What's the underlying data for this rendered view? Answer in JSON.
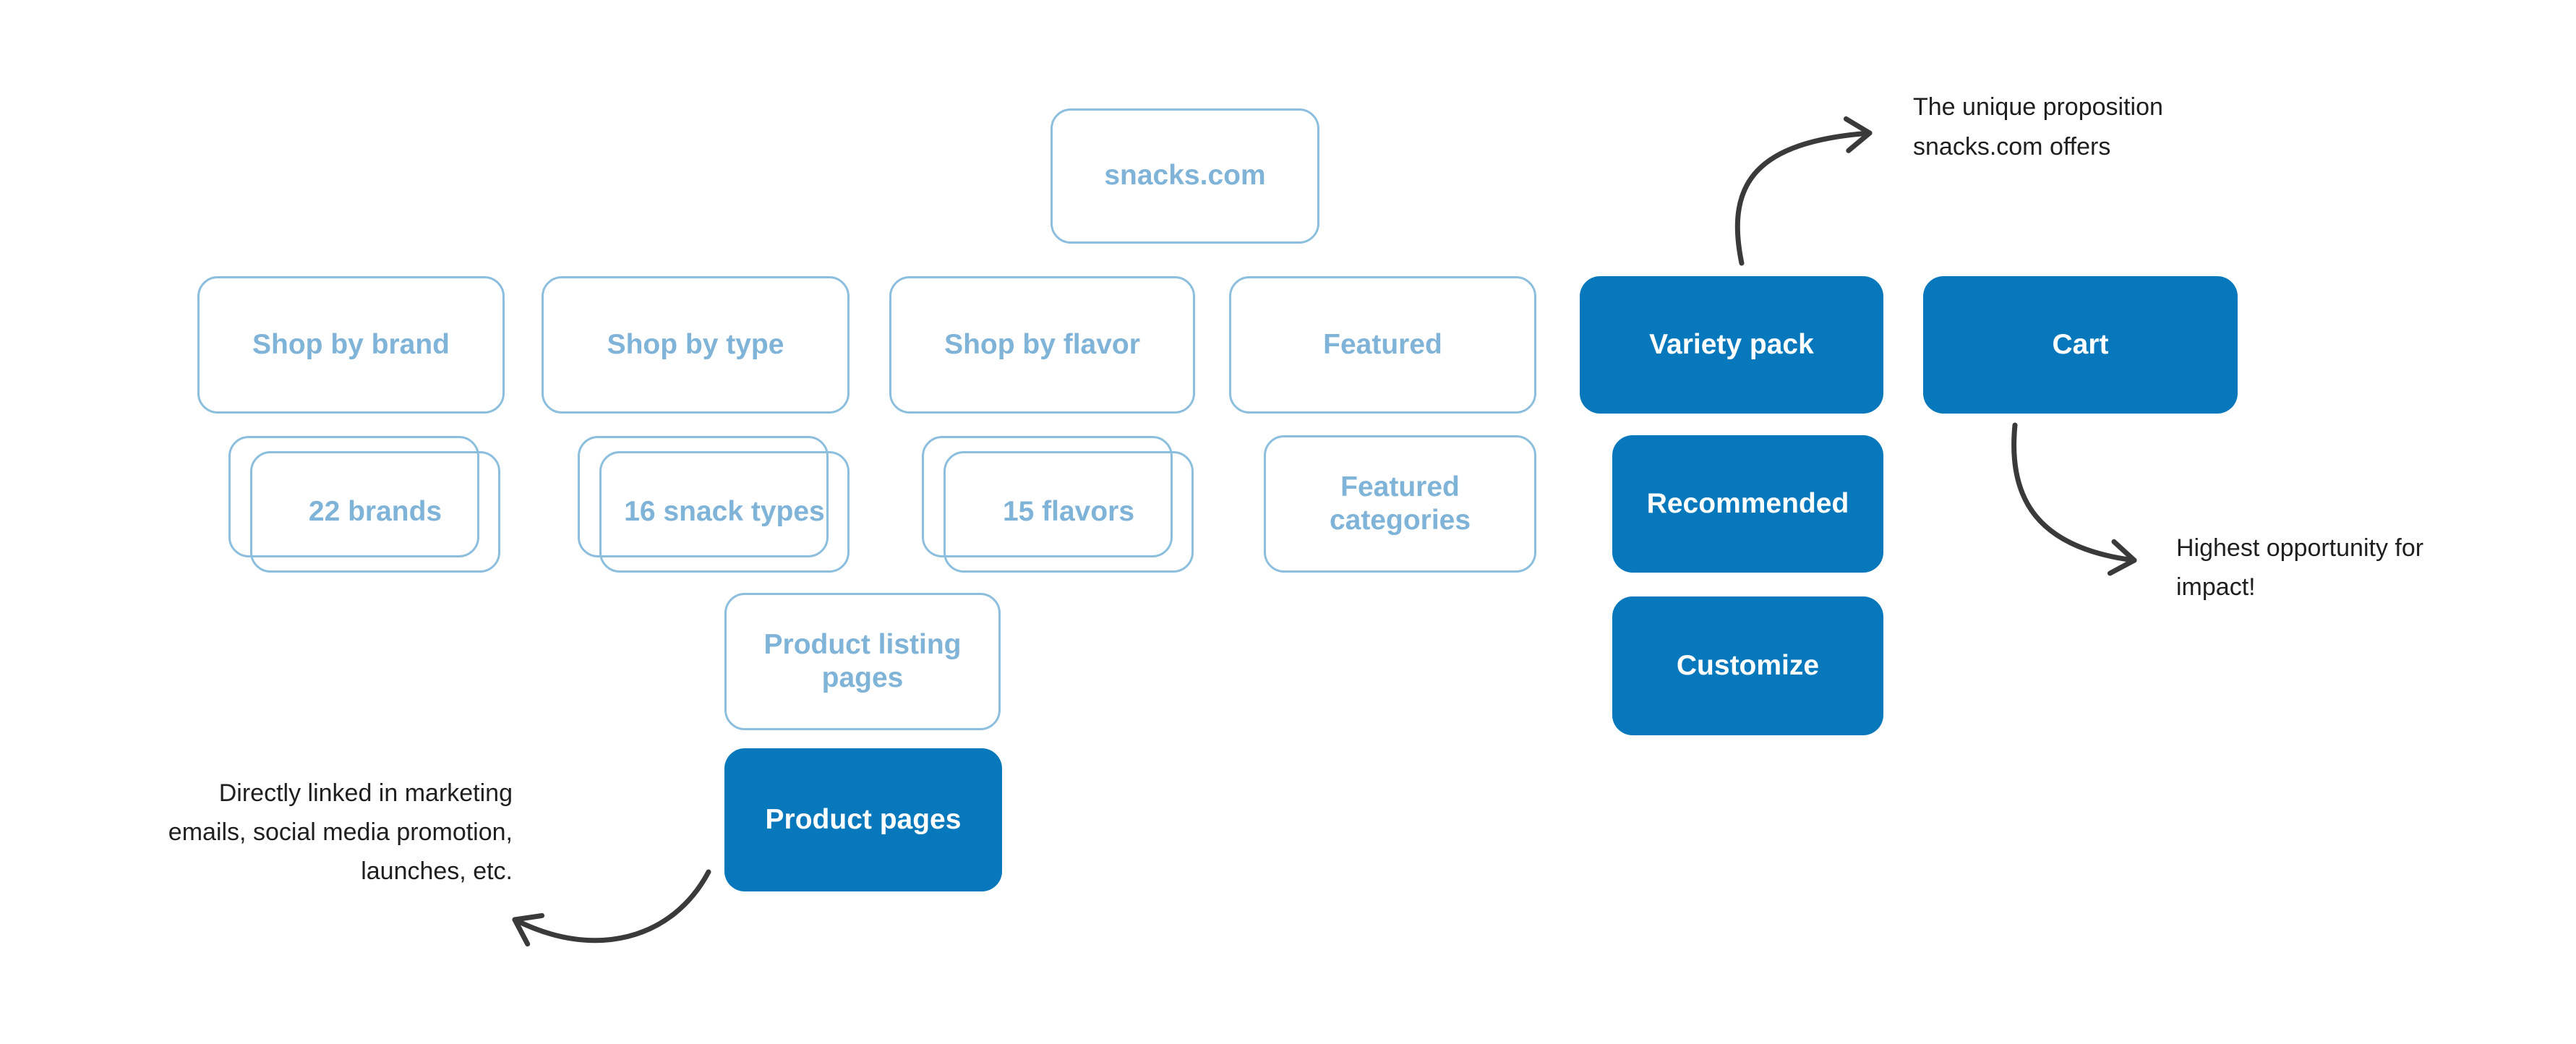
{
  "diagram": {
    "background": "#ffffff",
    "colors": {
      "solid_box_fill": "#0878bc",
      "solid_box_text": "#ffffff",
      "outline_box_border": "#8cbede",
      "outline_box_text": "#7fb3d8",
      "arrow": "#3a3a3a",
      "annotation_text": "#1f1f1f"
    },
    "nodes": {
      "snacks_com": {
        "label": "snacks.com",
        "style": "outline"
      },
      "shop_by_brand": {
        "label": "Shop by brand",
        "style": "outline"
      },
      "shop_by_type": {
        "label": "Shop by type",
        "style": "outline"
      },
      "shop_by_flavor": {
        "label": "Shop by flavor",
        "style": "outline"
      },
      "featured": {
        "label": "Featured",
        "style": "outline"
      },
      "variety_pack": {
        "label": "Variety pack",
        "style": "solid"
      },
      "cart": {
        "label": "Cart",
        "style": "solid"
      },
      "brands_22": {
        "label": "22 brands",
        "style": "stacked-outline"
      },
      "snack_types_16": {
        "label": "16 snack types",
        "style": "stacked-outline"
      },
      "flavors_15": {
        "label": "15 flavors",
        "style": "stacked-outline"
      },
      "featured_categories": {
        "label": "Featured categories",
        "style": "outline"
      },
      "recommended": {
        "label": "Recommended",
        "style": "solid"
      },
      "customize": {
        "label": "Customize",
        "style": "solid"
      },
      "product_listing_pages": {
        "label": "Product listing pages",
        "style": "outline"
      },
      "product_pages": {
        "label": "Product pages",
        "style": "solid"
      }
    },
    "annotations": {
      "unique_proposition": {
        "text": "The unique proposition\nsnacks.com offers"
      },
      "highest_opportunity": {
        "text": "Highest opportunity for\nimpact!"
      },
      "directly_linked": {
        "text": "Directly linked in marketing\nemails, social media promotion,\nlaunches, etc."
      }
    }
  }
}
